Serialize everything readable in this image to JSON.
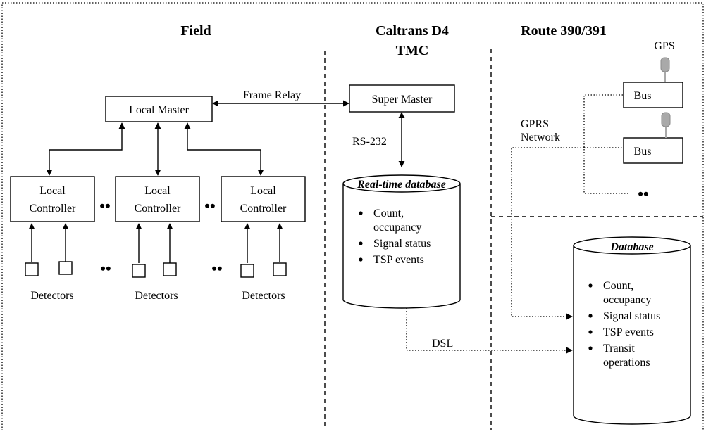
{
  "headers": {
    "field": "Field",
    "tmc_line1": "Caltrans D4",
    "tmc_line2": "TMC",
    "route": "Route 390/391"
  },
  "nodes": {
    "local_master": "Local Master",
    "super_master": "Super Master",
    "local_controller_line1": "Local",
    "local_controller_line2": "Controller",
    "bus": "Bus",
    "gps": "GPS"
  },
  "links": {
    "frame_relay": "Frame Relay",
    "rs232": "RS-232",
    "dsl": "DSL",
    "gprs_line1": "GPRS",
    "gprs_line2": "Network"
  },
  "detectors_label": "Detectors",
  "ellipsis": "••",
  "realtime_db": {
    "title": "Real-time database",
    "items": [
      [
        "Count,",
        "occupancy"
      ],
      [
        "Signal status"
      ],
      [
        "TSP events"
      ]
    ]
  },
  "route_db": {
    "title": "Database",
    "items": [
      [
        "Count,",
        "occupancy"
      ],
      [
        "Signal status"
      ],
      [
        "TSP events"
      ],
      [
        "Transit",
        "operations"
      ]
    ]
  }
}
